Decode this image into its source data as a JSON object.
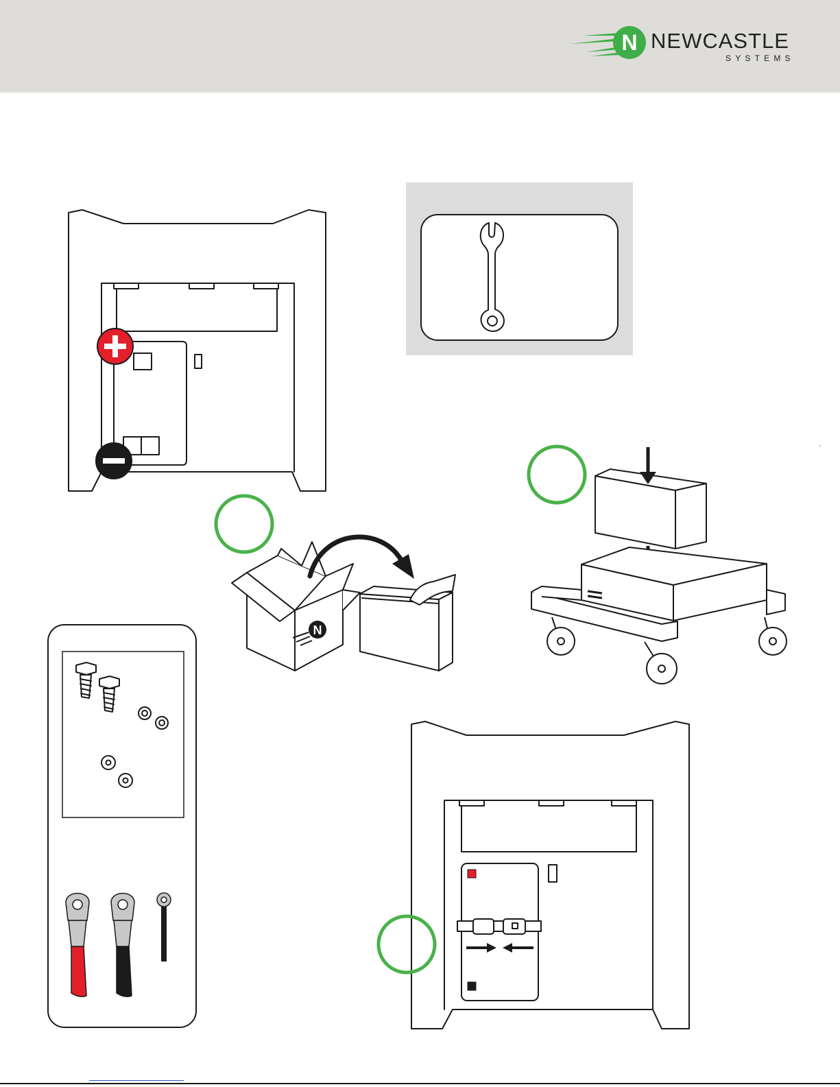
{
  "brand": {
    "name": "NEWCASTLE",
    "sub": "SYSTEMS",
    "mark": "N",
    "green": "#3fae49",
    "dark": "#1a1a1a"
  },
  "colors": {
    "header_bg": "#deddd9",
    "panel_bg": "#dcdcdc",
    "red": "#e3202a",
    "black": "#1b1b1b",
    "step_ring": "#49b24a"
  },
  "icons": {
    "tool": "wrench-icon",
    "positive": "plus-icon",
    "negative": "minus-icon"
  }
}
